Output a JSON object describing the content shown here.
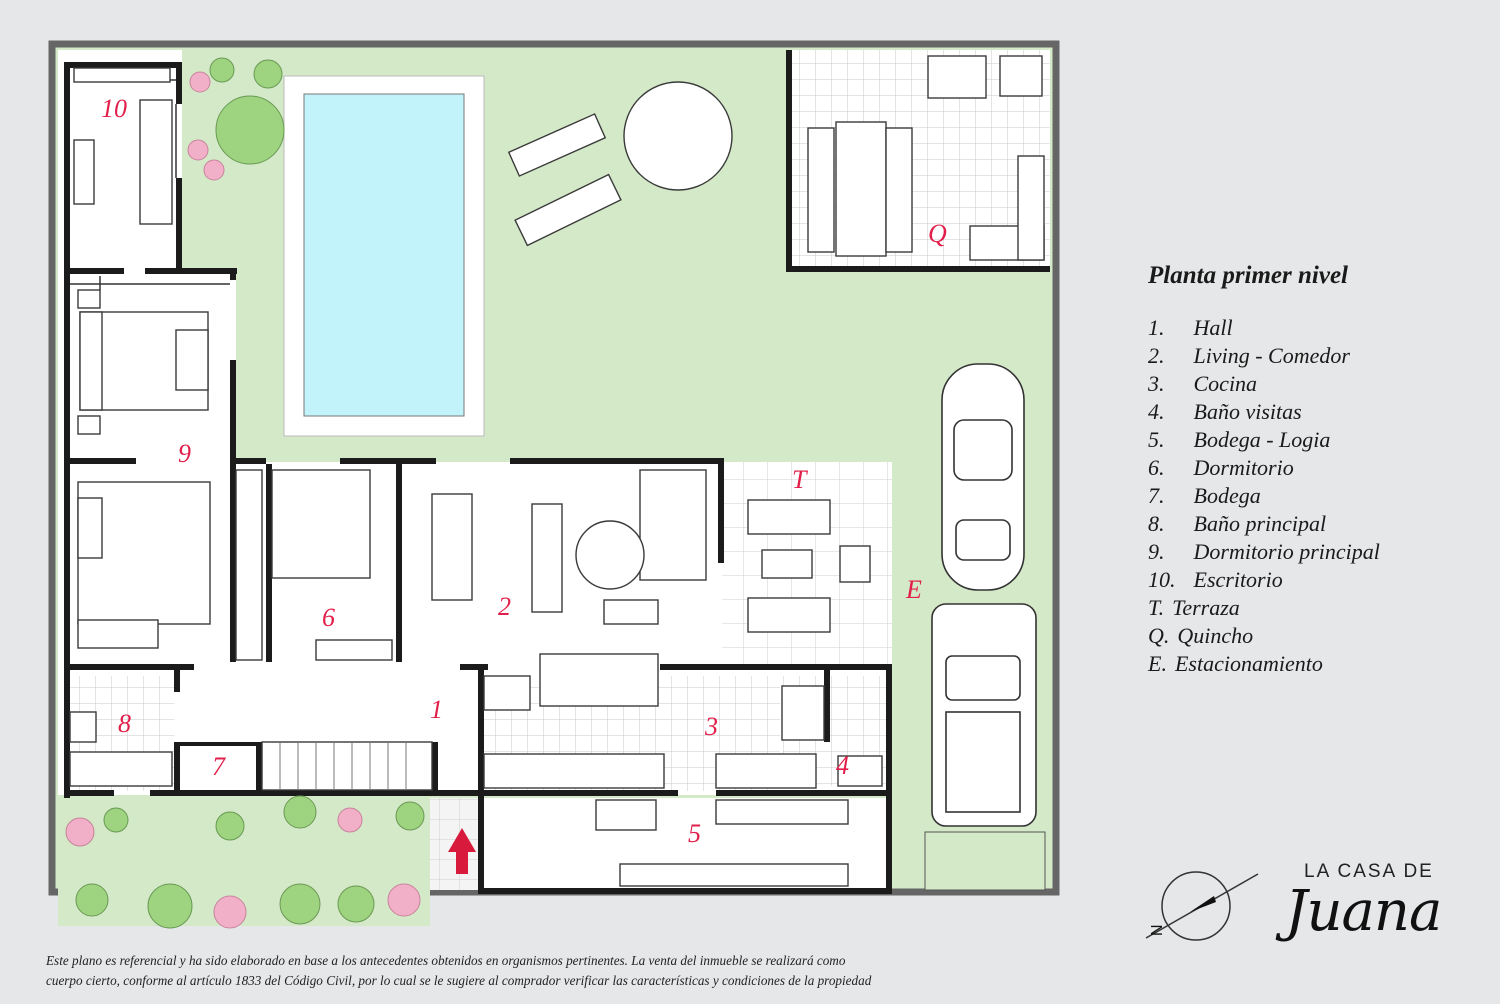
{
  "plan": {
    "room_labels": {
      "r1": "1",
      "r2": "2",
      "r3": "3",
      "r4": "4",
      "r5": "5",
      "r6": "6",
      "r7": "7",
      "r8": "8",
      "r9": "9",
      "r10": "10",
      "rT": "T",
      "rQ": "Q",
      "rE": "E"
    }
  },
  "legend": {
    "title": "Planta primer nivel",
    "items": [
      {
        "key": "1.",
        "label": "Hall"
      },
      {
        "key": "2.",
        "label": "Living - Comedor"
      },
      {
        "key": "3.",
        "label": "Cocina"
      },
      {
        "key": "4.",
        "label": "Baño visitas"
      },
      {
        "key": "5.",
        "label": "Bodega - Logia"
      },
      {
        "key": "6.",
        "label": "Dormitorio"
      },
      {
        "key": "7.",
        "label": "Bodega"
      },
      {
        "key": "8.",
        "label": "Baño principal"
      },
      {
        "key": "9.",
        "label": "Dormitorio principal"
      },
      {
        "key": "10.",
        "label": "Escritorio"
      },
      {
        "key": "T.",
        "label": "Terraza"
      },
      {
        "key": "Q.",
        "label": "Quincho"
      },
      {
        "key": "E.",
        "label": "Estacionamiento"
      }
    ]
  },
  "disclaimer": {
    "line1": "Este plano es referencial y ha sido elaborado en base a los antecedentes obtenidos en organismos pertinentes.  La venta del inmueble se realizará como",
    "line2": "cuerpo cierto, conforme al artículo 1833 del Código Civil, por lo cual se le sugiere al comprador verificar las características y condiciones de la propiedad"
  },
  "brand": {
    "top": "LA CASA DE",
    "script": "Juana"
  },
  "compass": {
    "letter": "N"
  },
  "colors": {
    "background": "#e6e7e8",
    "lawn": "#d4e9c8",
    "pool_water": "#c3f3fa",
    "walls": "#1b1b1b",
    "room_numbers": "#e21f4a",
    "entry_arrow": "#d81b3c"
  }
}
